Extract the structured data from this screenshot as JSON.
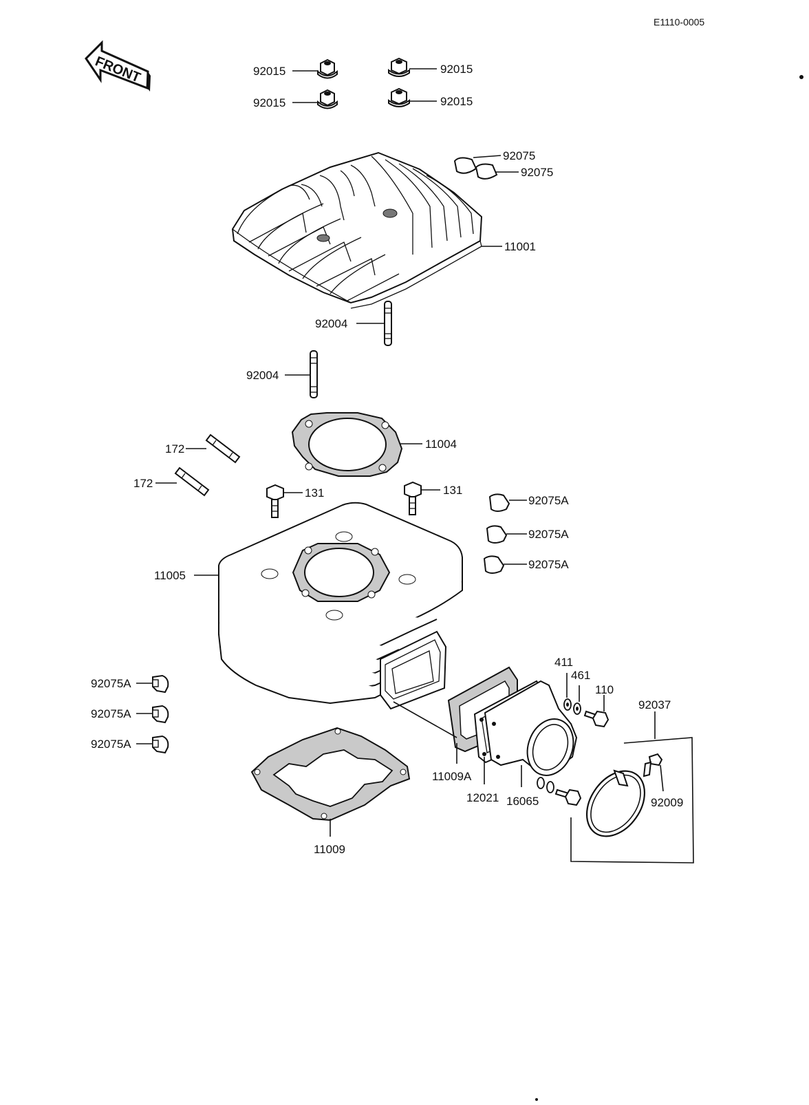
{
  "diagram_code": "E1110-0005",
  "front_label": "FRONT",
  "parts": {
    "nut_top_left": "92015",
    "nut_top_right": "92015",
    "nut_second_left": "92015",
    "nut_second_right": "92015",
    "damper_head_1": "92075",
    "damper_head_2": "92075",
    "cylinder_head": "11001",
    "stud_head_right": "92004",
    "stud_head_left": "92004",
    "head_gasket": "11004",
    "stud_exhaust_1": "172",
    "stud_exhaust_2": "172",
    "bolt_left": "131",
    "bolt_right": "131",
    "damper_right_1": "92075A",
    "damper_right_2": "92075A",
    "damper_right_3": "92075A",
    "cylinder": "11005",
    "damper_left_1": "92075A",
    "damper_left_2": "92075A",
    "damper_left_3": "92075A",
    "base_gasket": "11009",
    "reed_gasket": "11009A",
    "reed_valve": "12021",
    "intake_manifold": "16065",
    "washer_411": "411",
    "washer_461": "461",
    "bolt_110": "110",
    "clamp_assy": "92037",
    "clamp_screw": "92009"
  }
}
